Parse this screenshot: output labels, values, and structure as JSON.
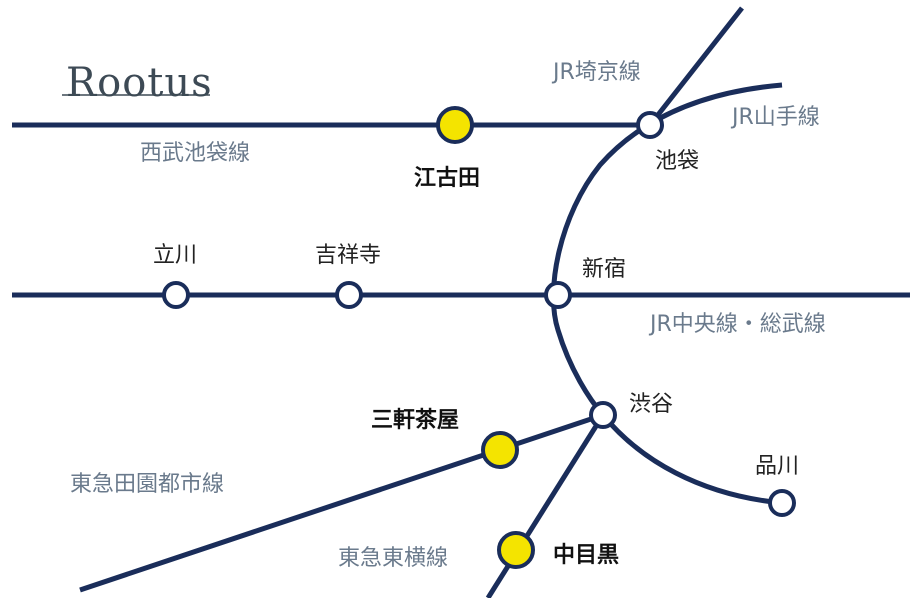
{
  "logo": {
    "text": "Rootus"
  },
  "lines": {
    "seibu_ikebukuro": "西武池袋線",
    "jr_saikyo": "JR埼京線",
    "jr_yamanote": "JR山手線",
    "jr_chuo_sobu": "JR中央線・総武線",
    "tokyu_denentoshi": "東急田園都市線",
    "tokyu_toyoko": "東急東横線"
  },
  "stations": {
    "ekoda": "江古田",
    "ikebukuro": "池袋",
    "tachikawa": "立川",
    "kichijoji": "吉祥寺",
    "shinjuku": "新宿",
    "shibuya": "渋谷",
    "sangenjaya": "三軒茶屋",
    "nakameguro": "中目黒",
    "shinagawa": "品川"
  },
  "colors": {
    "line": "#1a2d5a",
    "highlight_station": "#f4e400",
    "line_label": "#6a7a8c"
  }
}
